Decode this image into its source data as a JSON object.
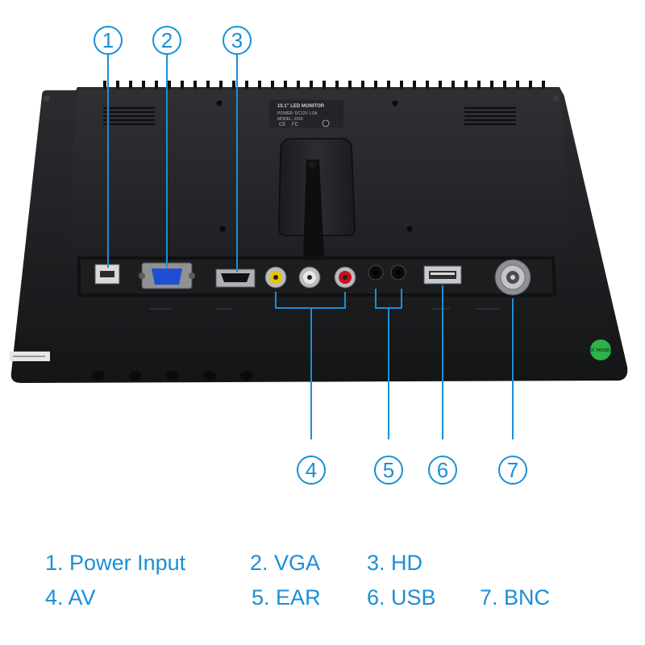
{
  "callouts": [
    "1",
    "2",
    "3",
    "4",
    "5",
    "6",
    "7"
  ],
  "legend": [
    {
      "num": "1.",
      "name": "Power Input"
    },
    {
      "num": "2.",
      "name": "VGA"
    },
    {
      "num": "3.",
      "name": "HD"
    },
    {
      "num": "4.",
      "name": "AV"
    },
    {
      "num": "5.",
      "name": "EAR"
    },
    {
      "num": "6.",
      "name": "USB"
    },
    {
      "num": "7.",
      "name": "BNC"
    }
  ],
  "monitor_label": {
    "line1": "10.1\" LED MONITOR",
    "line2": "POWER: DC12V 1.0A",
    "line3": "MODEL: 1016"
  },
  "sticker_text": "QC PASSED",
  "colors": {
    "accent": "#1a8fd6",
    "housing": "#1b1c1e",
    "panel": "#2a2b2e",
    "rca_yellow": "#e9c400",
    "rca_white": "#e8e8e8",
    "rca_red": "#c8101c",
    "vga_blue": "#1f4fd0",
    "sticker_green": "#2bb34a"
  }
}
